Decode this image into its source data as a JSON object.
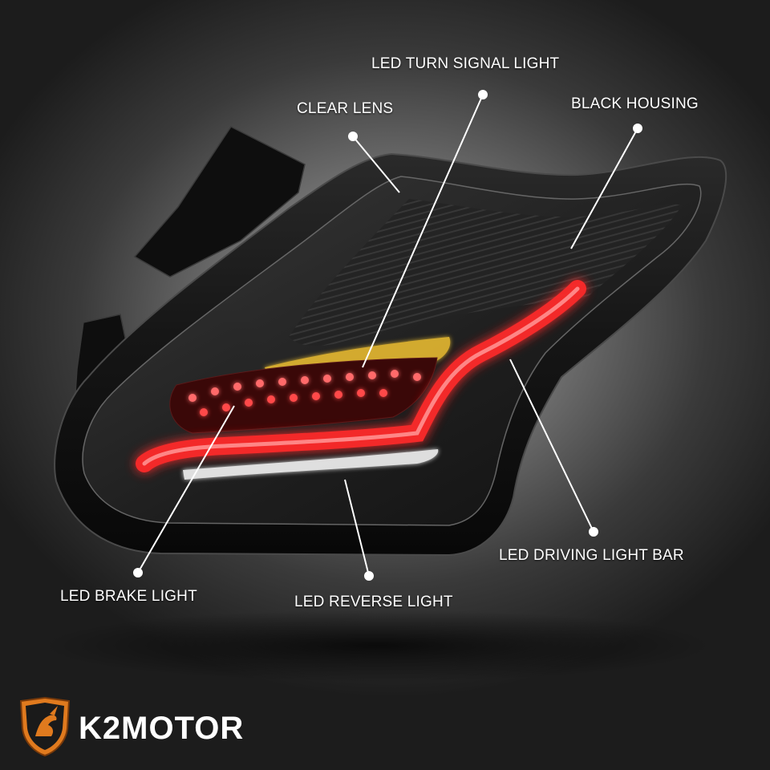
{
  "callouts": {
    "turn_signal": "LED TURN SIGNAL LIGHT",
    "clear_lens": "CLEAR LENS",
    "black_housing": "BLACK HOUSING",
    "driving_light_bar": "LED DRIVING LIGHT BAR",
    "brake_light": "LED BRAKE LIGHT",
    "reverse_light": "LED REVERSE LIGHT"
  },
  "brand": {
    "wordmark": "K2MOTOR"
  },
  "colors": {
    "label_text": "#ffffff",
    "led_red": "#ff2a2a",
    "turn_amber": "#f2c230",
    "reverse_white": "#f4f4f4",
    "housing_black": "#0c0c0c",
    "logo_orange": "#e07a1e"
  }
}
